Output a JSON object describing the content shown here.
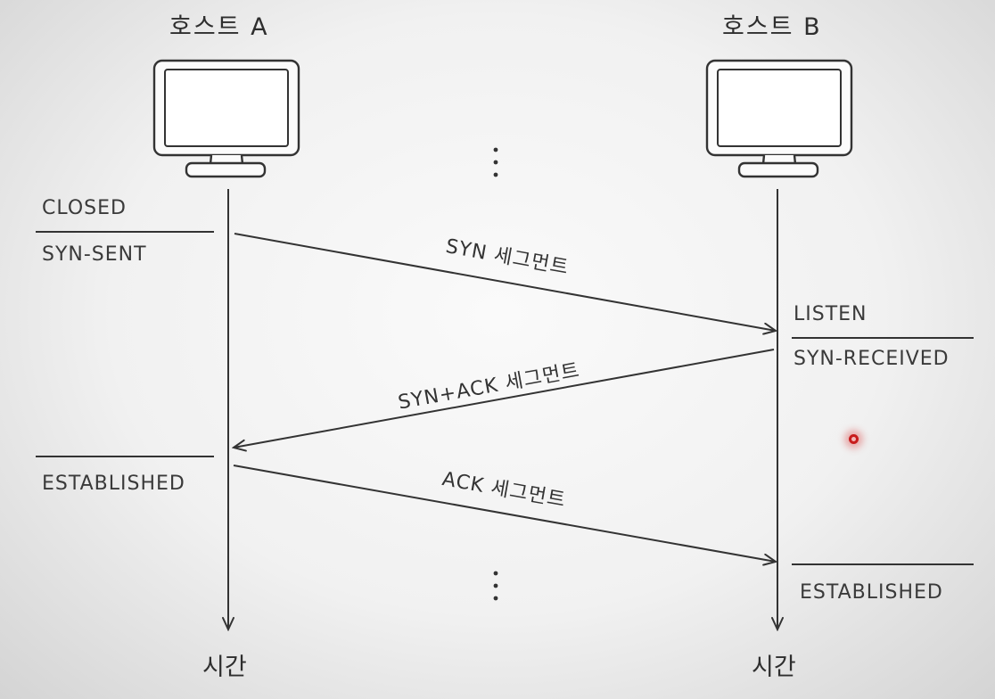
{
  "hosts": {
    "a": {
      "title": "호스트 A",
      "time_label": "시간"
    },
    "b": {
      "title": "호스트 B",
      "time_label": "시간"
    }
  },
  "states": {
    "a_closed": "CLOSED",
    "a_syn_sent": "SYN-SENT",
    "a_established": "ESTABLISHED",
    "b_listen": "LISTEN",
    "b_syn_received": "SYN-RECEIVED",
    "b_established": "ESTABLISHED"
  },
  "segments": {
    "syn": "SYN 세그먼트",
    "syn_ack": "SYN+ACK 세그먼트",
    "ack": "ACK 세그먼트"
  }
}
